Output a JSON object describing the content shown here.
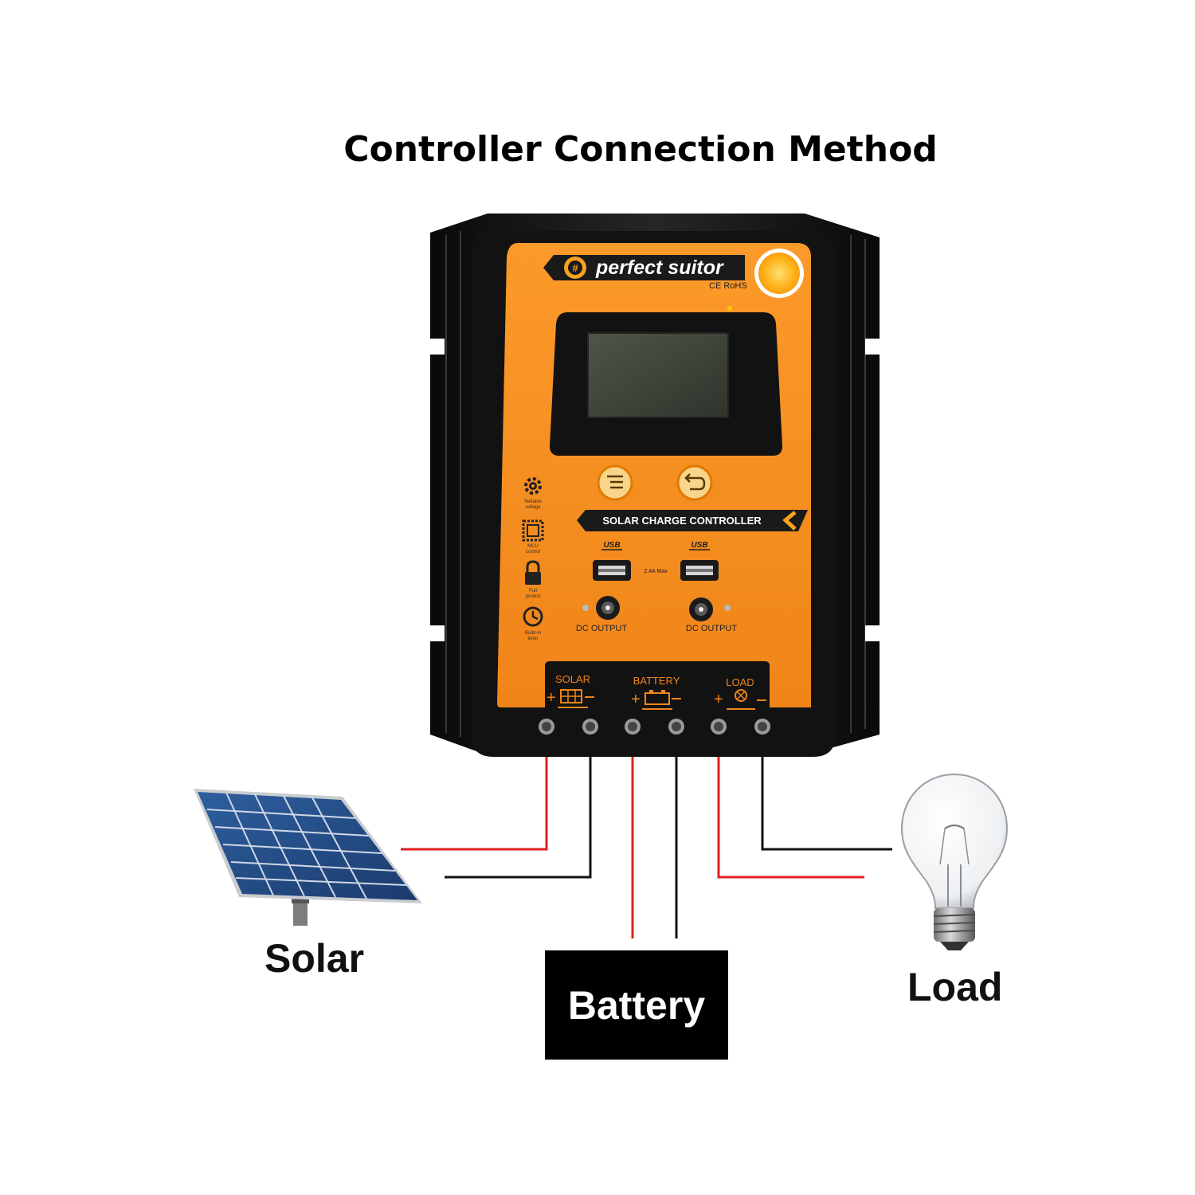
{
  "title": "Controller Connection Method",
  "controller": {
    "brand": "perfect suitor",
    "certifications": "CE RoHS",
    "product_name": "SOLAR CHARGE CONTROLLER",
    "usb_label": "USB",
    "usb_current": "2.4A Max",
    "dc_output_label": "DC OUTPUT",
    "features": [
      {
        "icon": "gear-icon",
        "label_1": "Settable",
        "label_2": "voltage"
      },
      {
        "icon": "chip-icon",
        "label_1": "MCU",
        "label_2": "control"
      },
      {
        "icon": "lock-icon",
        "label_1": "Full",
        "label_2": "protect"
      },
      {
        "icon": "clock-icon",
        "label_1": "Build-in",
        "label_2": "timer"
      }
    ],
    "terminals": {
      "solar": "SOLAR",
      "battery": "BATTERY",
      "load": "LOAD"
    }
  },
  "labels": {
    "solar": "Solar",
    "battery": "Battery",
    "load": "Load"
  },
  "colors": {
    "accent_orange": "#f7931e",
    "body_black": "#151515",
    "positive_wire": "#e02020",
    "negative_wire": "#111111"
  }
}
